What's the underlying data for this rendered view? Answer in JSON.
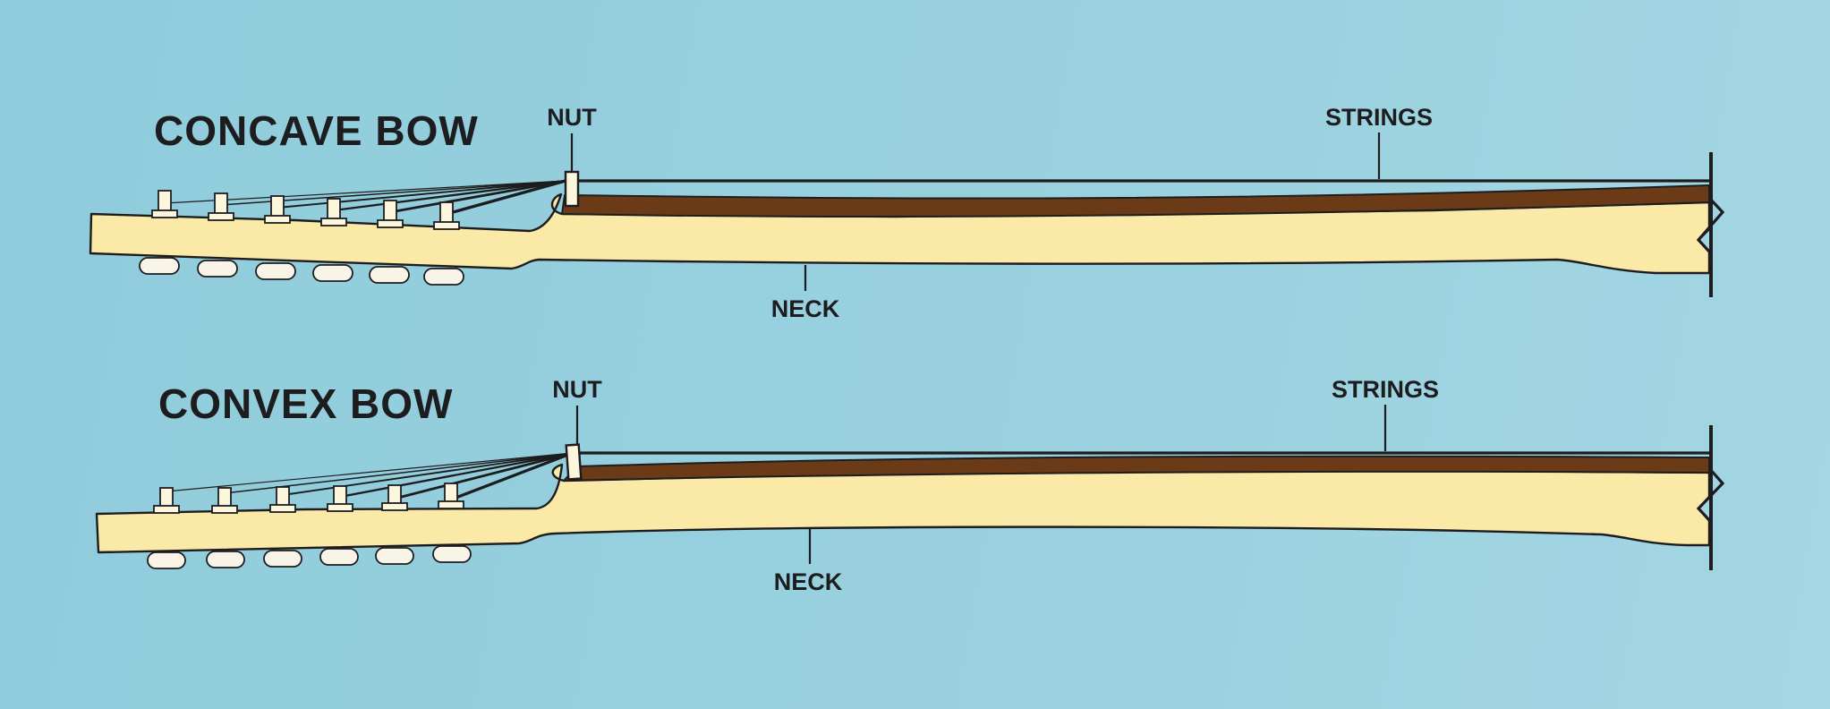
{
  "colors": {
    "background": "#97cfdd",
    "neck": "#fbe9a7",
    "fingerboard": "#6b3a16",
    "outline": "#1d1d1f",
    "hardware": "#fbf6dc"
  },
  "panels": [
    {
      "title": "CONCAVE BOW",
      "labels": {
        "nut": "NUT",
        "strings": "STRINGS",
        "neck": "NECK"
      }
    },
    {
      "title": "CONVEX BOW",
      "labels": {
        "nut": "NUT",
        "strings": "STRINGS",
        "neck": "NECK"
      }
    }
  ]
}
